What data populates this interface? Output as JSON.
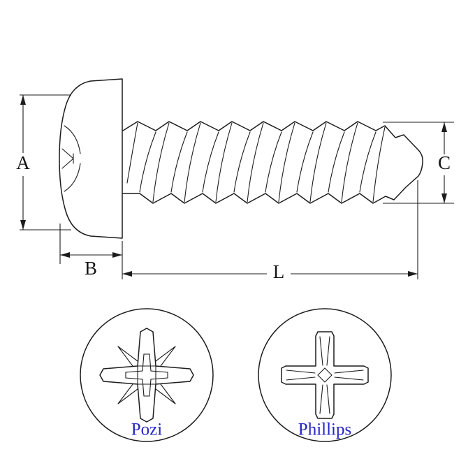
{
  "figure": {
    "labels": {
      "head_diameter": "A",
      "head_height": "B",
      "thread_diameter": "C",
      "length": "L"
    },
    "drive_types": [
      {
        "label": "Pozi"
      },
      {
        "label": "Phillips"
      }
    ],
    "colors": {
      "line": "#1c1c1c",
      "dim_label": "#141414",
      "drive_label_blue": "#2525c8",
      "background": "#ffffff"
    }
  }
}
